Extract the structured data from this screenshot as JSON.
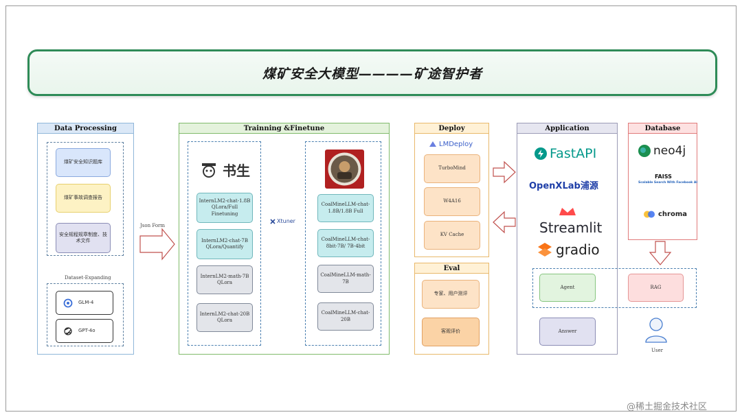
{
  "title": "煤矿安全大模型————矿途智护者",
  "data_processing": {
    "heading": "Data Processing",
    "datasets": [
      "煤矿安全知识题库",
      "煤矿事故调查报告",
      "安全规程规章制度、技术文件"
    ],
    "expanding_label": "Dataset-Expanding",
    "models": [
      "GLM-4",
      "GPT-4o"
    ],
    "json_form_label": "Json Form"
  },
  "training": {
    "heading": "Trainning &Finetune",
    "brand_logo_text": "书生",
    "base_models": [
      "InternLM2-chat-1.8B QLora/Full Finetuning",
      "InternLM2-chat-7B QLora/Quantify",
      "InternLM2-math-7B QLora",
      "InternLM2-chat-20B QLora"
    ],
    "xtuner_label": "Xtuner",
    "coal_models": [
      "CoalMineLLM-chat-1.8B/1.8B Full",
      "CoalMineLLM-chat-8bit-7B/ 7B-4bit",
      "CoalMineLLM-math-7B",
      "CoalMineLLM-chat-20B"
    ]
  },
  "deploy": {
    "heading": "Deploy",
    "logo": "LMDeploy",
    "items": [
      "TurboMind",
      "W4A16",
      "KV Cache"
    ]
  },
  "eval": {
    "heading": "Eval",
    "items": [
      "专家、用户测评",
      "客观评价"
    ]
  },
  "application": {
    "heading": "Application",
    "logos": [
      "FastAPI",
      "OpenXLab浦源",
      "Streamlit",
      "gradio"
    ],
    "agent": "Agent",
    "answer": "Answer"
  },
  "database": {
    "heading": "Database",
    "logos": [
      "neo4j",
      "FAISS",
      "Scalable Search With Facebook AI",
      "chroma"
    ],
    "rag": "RAG"
  },
  "user_label": "User",
  "watermark": "@稀土掘金技术社区",
  "colors": {
    "accent_green": "#2e8b57",
    "fastapi": "#05998b",
    "arrow_red": "#c0504d"
  }
}
